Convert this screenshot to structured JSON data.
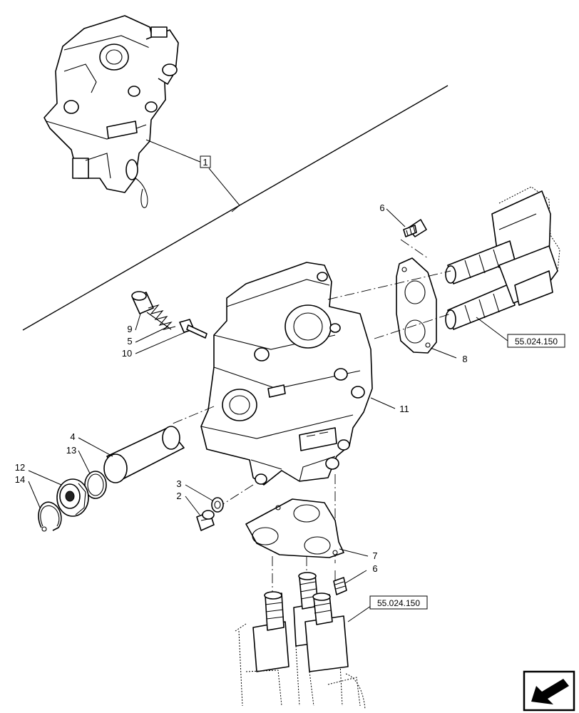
{
  "callouts": {
    "c1": "1",
    "c2": "2",
    "c3": "3",
    "c4": "4",
    "c5": "5",
    "c6a": "6",
    "c6b": "6",
    "c7": "7",
    "c8": "8",
    "c9": "9",
    "c10": "10",
    "c11": "11",
    "c12": "12",
    "c13": "13",
    "c14": "14"
  },
  "references": {
    "upper_ref": "55.024.150",
    "lower_ref": "55.024.150"
  },
  "navigation": {
    "icon": "page-arrow-icon"
  }
}
